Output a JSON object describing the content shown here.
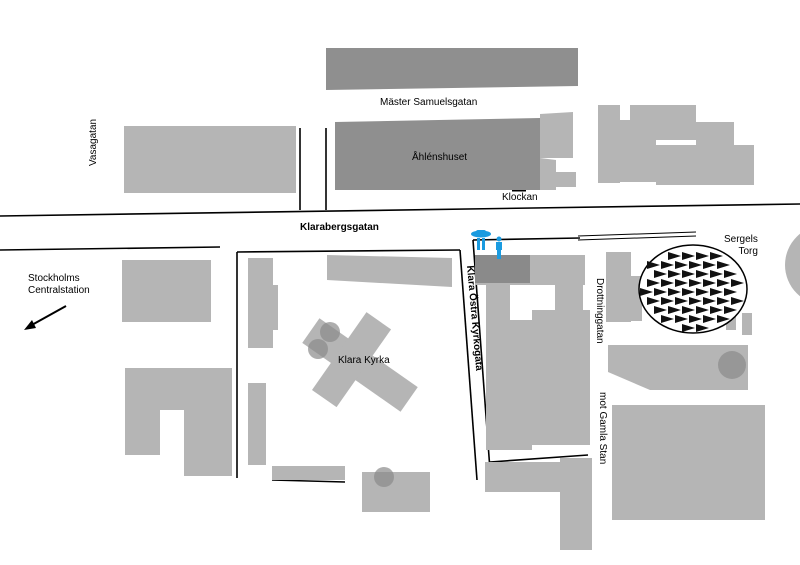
{
  "labels": {
    "master_samuelsgatan": "Mäster Samuelsgatan",
    "vasagatan": "Vasagatan",
    "ahlenshuset": "Åhlénshuset",
    "klockan": "Klockan",
    "klarabergsgatan": "Klarabergsgatan",
    "stockholms_central": "Stockholms\nCentralstation",
    "klara_ostra_kyrkogata": "Klara Östra Kyrkogata",
    "klara_kyrka": "Klara Kyrka",
    "drottninggatan": "Drottninggatan",
    "mot_gamla_stan": "mot Gamla Stan",
    "sergels_torg": "Sergels\nTorg"
  },
  "colors": {
    "building": "#b5b5b5",
    "building_dark": "#8f8f8f",
    "marker": "#1a9be0"
  },
  "icons": {
    "marker": "people-and-car-marker-icon",
    "direction": "arrow-down-left-icon",
    "plaza": "sergels-torg-pattern-icon"
  }
}
